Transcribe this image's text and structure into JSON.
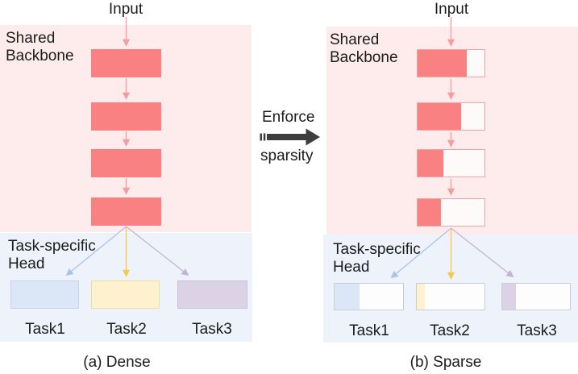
{
  "figure": {
    "left": {
      "input_label": "Input",
      "backbone_label": [
        "Shared",
        "Backbone"
      ],
      "head_label": [
        "Task-specific",
        "Head"
      ],
      "task_labels": [
        "Task1",
        "Task2",
        "Task3"
      ],
      "caption": "(a) Dense"
    },
    "middle": {
      "enforce": "Enforce",
      "sparsity": "sparsity"
    },
    "right": {
      "input_label": "Input",
      "backbone_label": [
        "Shared",
        "Backbone"
      ],
      "head_label": [
        "Task-specific",
        "Head"
      ],
      "task_labels": [
        "Task1",
        "Task2",
        "Task3"
      ],
      "caption": "(b) Sparse",
      "backbone_fill_fractions": [
        0.74,
        0.65,
        0.39,
        0.35
      ],
      "head_fill_fractions": [
        0.37,
        0.12,
        0.2
      ]
    },
    "colors": {
      "dense_block": "#fa8181",
      "sparse_block_outline": "#f2a3a5",
      "backbone_panel_bg": "#fdeceb",
      "head_panel_bg": "#eef2fa",
      "task1_fill": "#dbe7f6",
      "task2_fill": "#fdf2cd",
      "task3_fill": "#dcd2e6",
      "flow_arrow": "#f59c9c",
      "task1_arrow": "#a9c3ea",
      "task2_arrow": "#f6c84e",
      "task3_arrow": "#c2b4d6",
      "enforce_arrow": "#3d3d3d"
    }
  }
}
